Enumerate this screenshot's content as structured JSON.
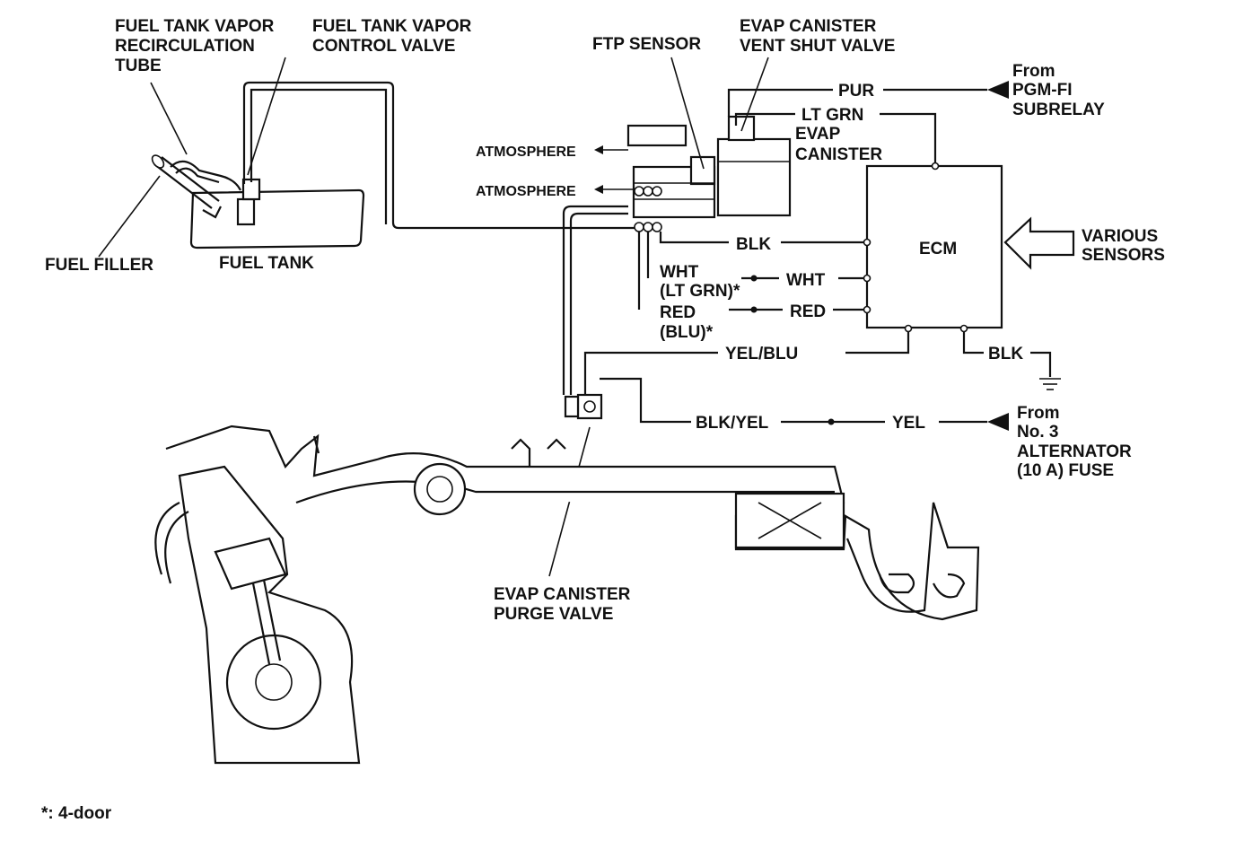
{
  "labels": {
    "fuel_tank_vapor_recirculation_tube": [
      "FUEL TANK VAPOR",
      "RECIRCULATION",
      "TUBE"
    ],
    "fuel_tank_vapor_control_valve": [
      "FUEL TANK VAPOR",
      "CONTROL VALVE"
    ],
    "ftp_sensor": "FTP SENSOR",
    "evap_canister_vent_shut_valve": [
      "EVAP CANISTER",
      "VENT SHUT VALVE"
    ],
    "evap_canister": [
      "EVAP",
      "CANISTER"
    ],
    "atmosphere_upper": "ATMOSPHERE",
    "atmosphere_lower": "ATMOSPHERE",
    "fuel_filler": "FUEL FILLER",
    "fuel_tank": "FUEL TANK",
    "ecm": "ECM",
    "various_sensors": [
      "VARIOUS",
      "SENSORS"
    ],
    "from_pgm_fi_subrelay": [
      "From",
      "PGM-FI",
      "SUBRELAY"
    ],
    "from_alternator_fuse": [
      "From",
      "No. 3",
      "ALTERNATOR",
      "(10 A) FUSE"
    ],
    "evap_canister_purge_valve": [
      "EVAP CANISTER",
      "PURGE VALVE"
    ],
    "footnote": "*: 4-door"
  },
  "wires": {
    "pur": "PUR",
    "lt_grn": "LT GRN",
    "blk_sensor": "BLK",
    "wht_left": [
      "WHT",
      "(LT GRN)*"
    ],
    "wht_right": "WHT",
    "red_left": [
      "RED",
      "(BLU)*"
    ],
    "red_right": "RED",
    "yel_blu": "YEL/BLU",
    "blk_ground": "BLK",
    "blk_yel": "BLK/YEL",
    "yel": "YEL"
  }
}
